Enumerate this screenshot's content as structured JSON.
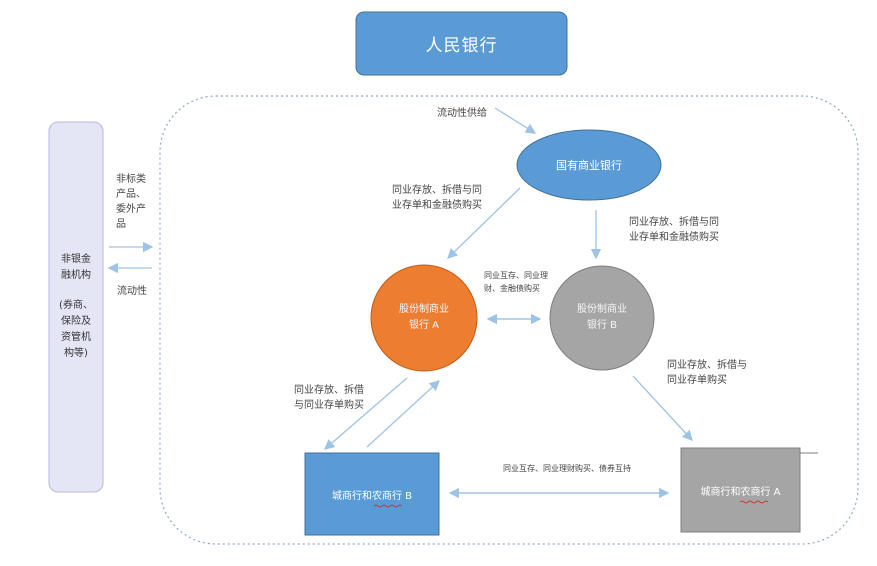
{
  "nodes": {
    "pboc": "人民银行",
    "state_bank": "国有商业银行",
    "joint_a": [
      "股份制商业",
      "银行 A"
    ],
    "joint_b": [
      "股份制商业",
      "银行 B"
    ],
    "city_b": "城商行和农商行 B",
    "city_a": "城商行和农商行 A",
    "nonbank": [
      "非银金",
      "融机构",
      "(券商、",
      "保险及",
      "资管机",
      "构等)"
    ]
  },
  "edge_labels": {
    "liquidity_supply": "流动性供给",
    "to_joint_a": [
      "同业存放、拆借与同",
      "业存单和金融债购买"
    ],
    "to_joint_b": [
      "同业存放、拆借与同",
      "业存单和金融债购买"
    ],
    "between_joint": [
      "同业互存、同业理",
      "财、金融债购买"
    ],
    "to_city_a": [
      "同业存放、拆借与",
      "同业存单购买"
    ],
    "to_city_b": [
      "同业存放、拆借",
      "与同业存单购买"
    ],
    "between_city": "同业互存、同业理财购买、债券互持",
    "nonbank_products": [
      "非标类",
      "产品、",
      "委外产",
      "品"
    ],
    "nonbank_liquidity": "流动性"
  },
  "colors": {
    "blue": "#5b9bd5",
    "orange": "#ed7d31",
    "gray": "#a5a5a5",
    "lavender": "#e4e6f6",
    "arrow": "#9dc3e6",
    "dashed_border": "#8fa9c4"
  }
}
